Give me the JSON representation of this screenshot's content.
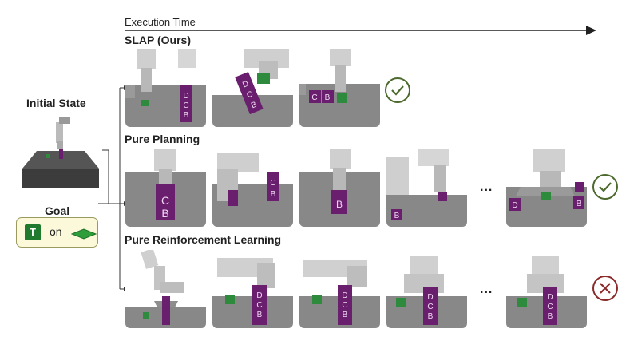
{
  "header": {
    "time_label": "Execution Time"
  },
  "left": {
    "initial_state_label": "Initial State",
    "goal_label": "Goal",
    "goal_block_letter": "T",
    "goal_relation": "on"
  },
  "rows": [
    {
      "label": "SLAP (Ours)",
      "outcome": "success",
      "ellipsis": ""
    },
    {
      "label": "Pure Planning",
      "outcome": "success",
      "ellipsis": "..."
    },
    {
      "label": "Pure Reinforcement Learning",
      "outcome": "failure",
      "ellipsis": "..."
    }
  ],
  "colors": {
    "success": "#4d6a2e",
    "failure": "#8a2a2a",
    "block_purple": "#6a1f6e",
    "block_green": "#1f7a2e",
    "table_gray": "#858585",
    "goal_fill": "#fbf9d9"
  }
}
